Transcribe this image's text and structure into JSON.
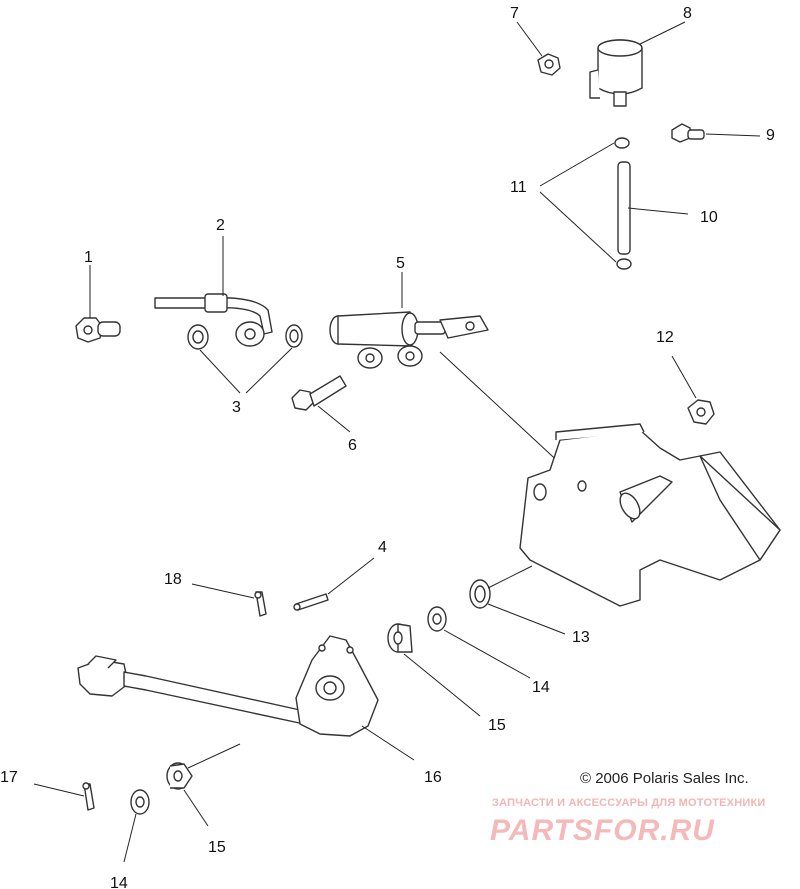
{
  "callouts": [
    {
      "id": "1",
      "label": "1"
    },
    {
      "id": "2",
      "label": "2"
    },
    {
      "id": "3",
      "label": "3"
    },
    {
      "id": "4",
      "label": "4"
    },
    {
      "id": "5",
      "label": "5"
    },
    {
      "id": "6",
      "label": "6"
    },
    {
      "id": "7",
      "label": "7"
    },
    {
      "id": "8",
      "label": "8"
    },
    {
      "id": "9",
      "label": "9"
    },
    {
      "id": "10",
      "label": "10"
    },
    {
      "id": "11",
      "label": "11"
    },
    {
      "id": "12",
      "label": "12"
    },
    {
      "id": "13",
      "label": "13"
    },
    {
      "id": "14a",
      "label": "14"
    },
    {
      "id": "14b",
      "label": "14"
    },
    {
      "id": "15a",
      "label": "15"
    },
    {
      "id": "15b",
      "label": "15"
    },
    {
      "id": "16",
      "label": "16"
    },
    {
      "id": "17",
      "label": "17"
    },
    {
      "id": "18",
      "label": "18"
    }
  ],
  "copyright": "© 2006 Polaris Sales Inc.",
  "watermark": {
    "tagline": "ЗАПЧАСТИ И АКСЕССУАРЫ ДЛЯ МОТОТЕХНИКИ",
    "brand": "PARTSFOR.RU"
  }
}
